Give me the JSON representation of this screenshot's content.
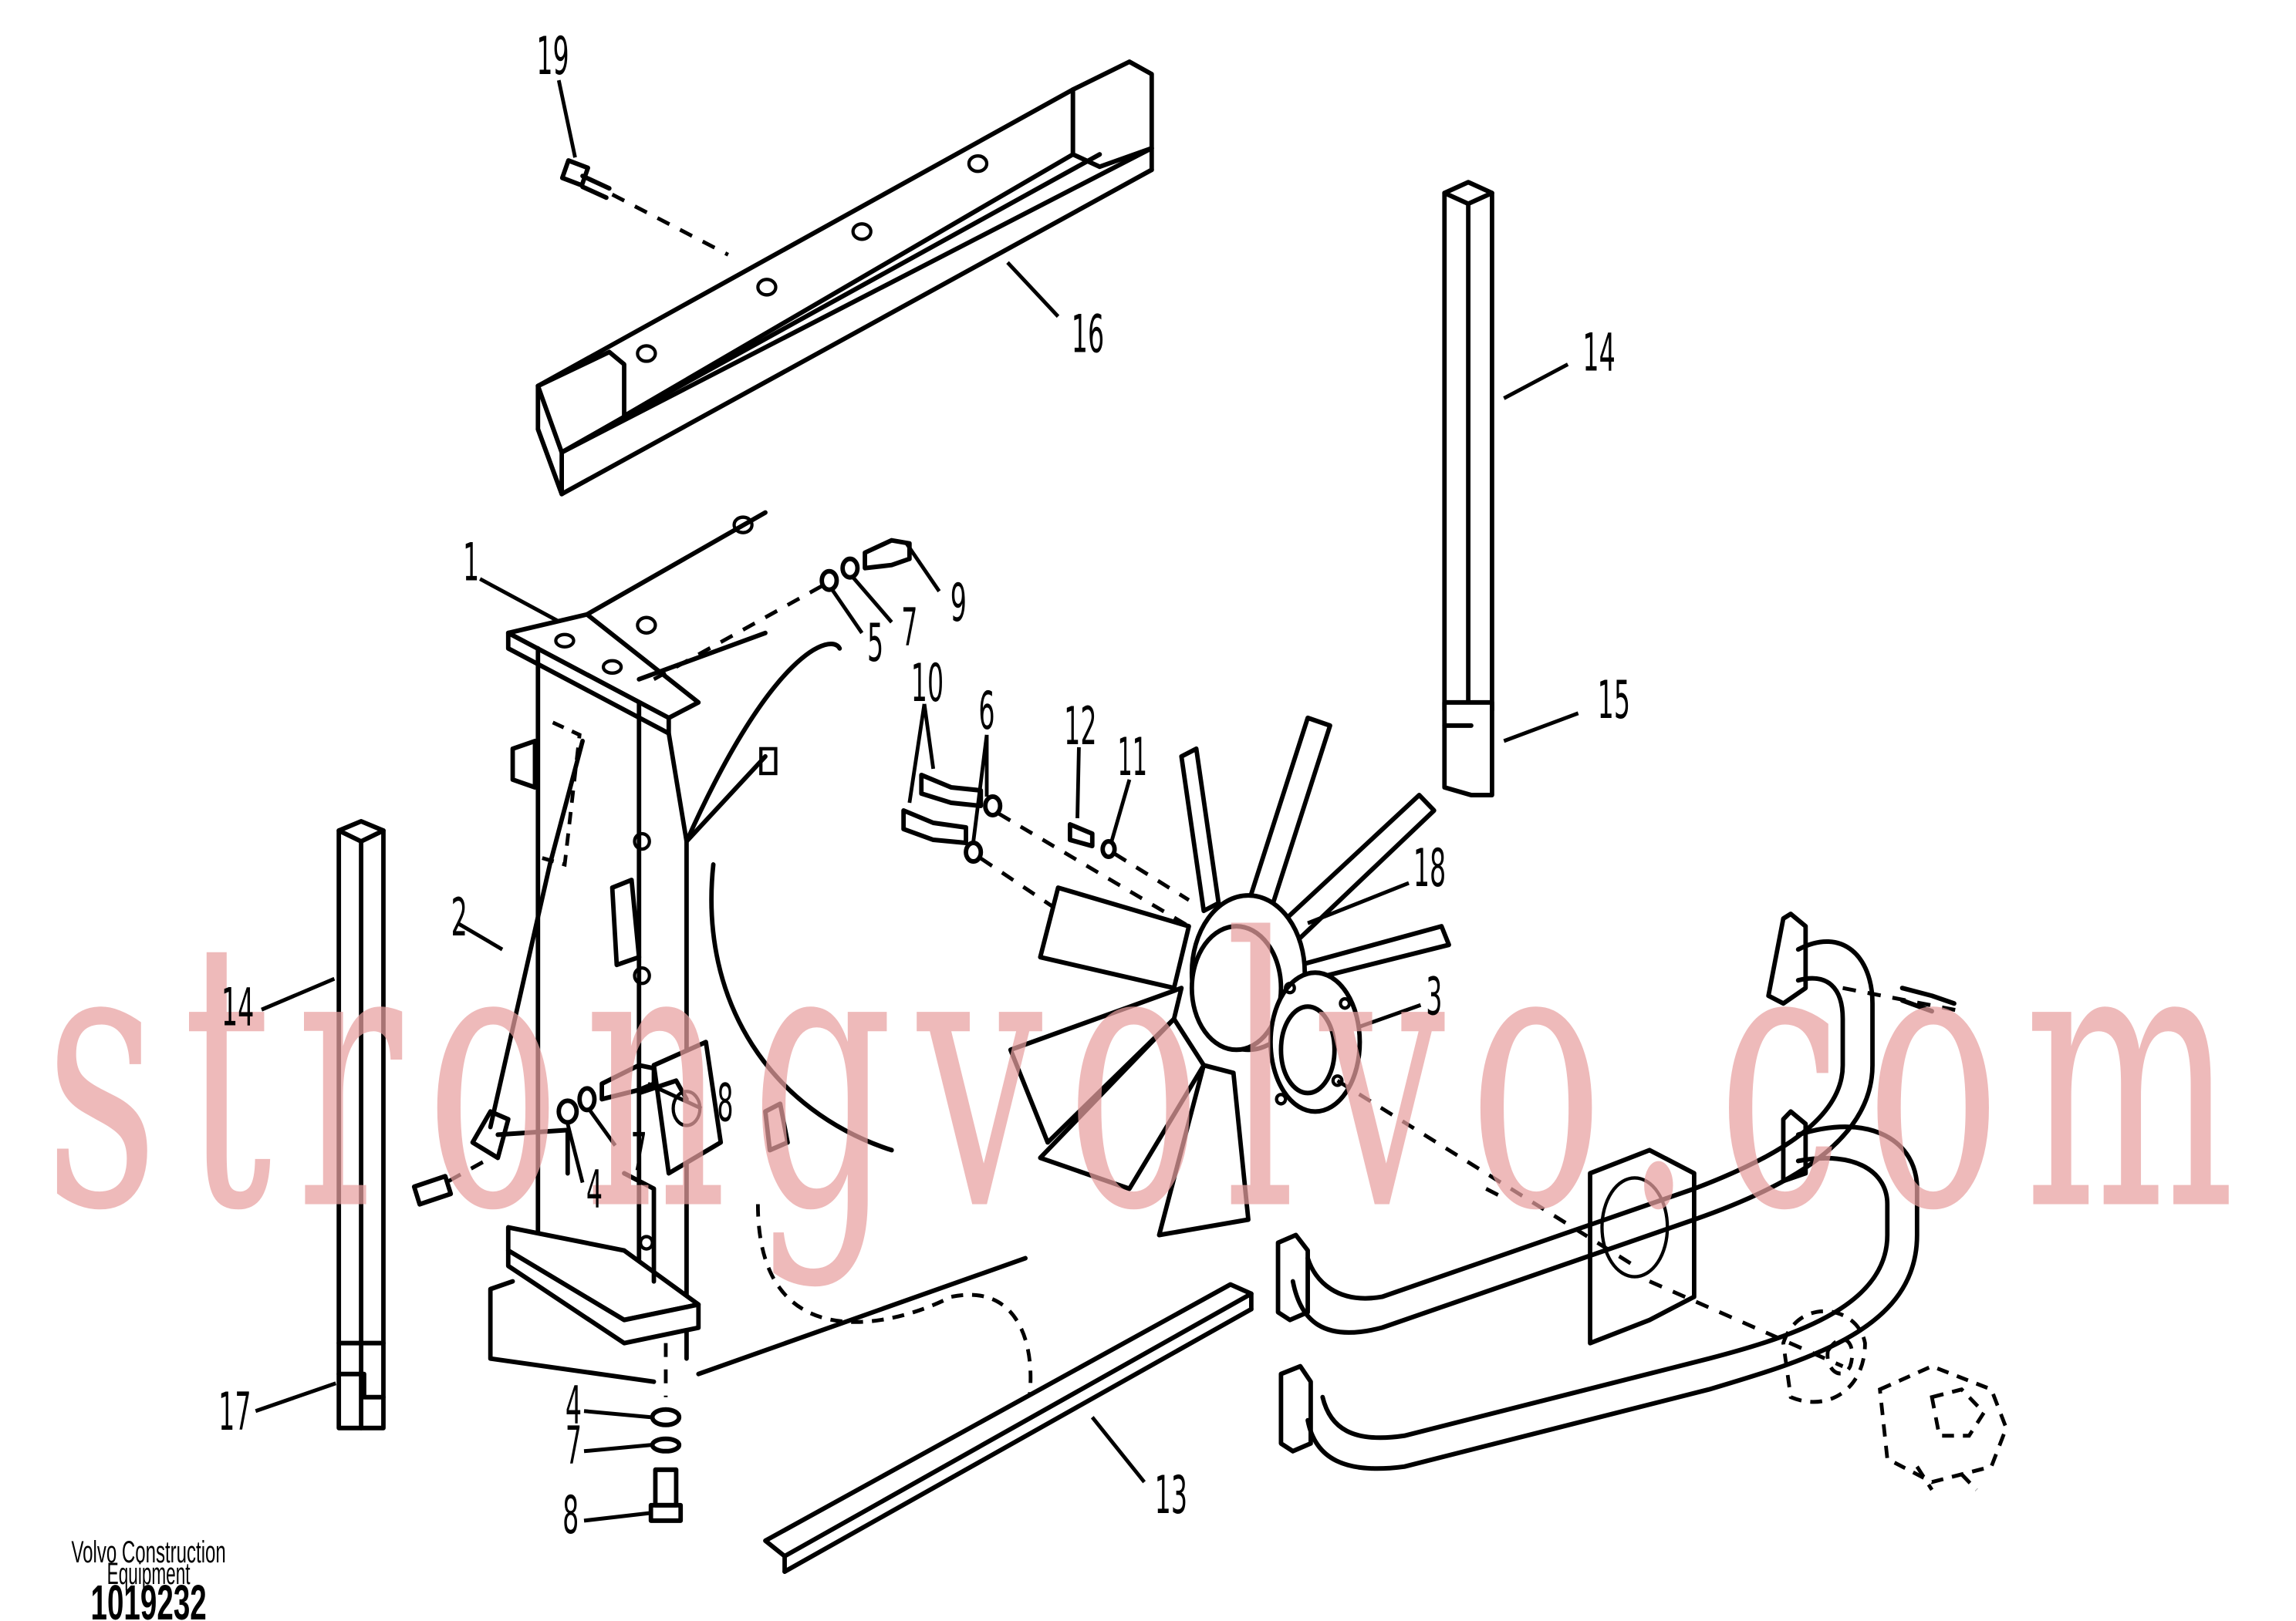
{
  "diagram": {
    "callouts": [
      {
        "id": "c19",
        "text": "19"
      },
      {
        "id": "c16",
        "text": "16"
      },
      {
        "id": "c14a",
        "text": "14"
      },
      {
        "id": "c15",
        "text": "15"
      },
      {
        "id": "c1",
        "text": "1"
      },
      {
        "id": "c9",
        "text": "9"
      },
      {
        "id": "c5a",
        "text": "5"
      },
      {
        "id": "c7a",
        "text": "7"
      },
      {
        "id": "c10",
        "text": "10"
      },
      {
        "id": "c6",
        "text": "6"
      },
      {
        "id": "c12",
        "text": "12"
      },
      {
        "id": "c11",
        "text": "11"
      },
      {
        "id": "c18",
        "text": "18"
      },
      {
        "id": "c3",
        "text": "3"
      },
      {
        "id": "c2",
        "text": "2"
      },
      {
        "id": "c14b",
        "text": "14"
      },
      {
        "id": "c8a",
        "text": "8"
      },
      {
        "id": "c7b",
        "text": "7"
      },
      {
        "id": "c4a",
        "text": "4"
      },
      {
        "id": "c17",
        "text": "17"
      },
      {
        "id": "c4b",
        "text": "4"
      },
      {
        "id": "c7c",
        "text": "7"
      },
      {
        "id": "c8b",
        "text": "8"
      },
      {
        "id": "c13",
        "text": "13"
      }
    ]
  },
  "footer": {
    "company_line1": "Volvo Construction",
    "company_line2": "Equipment",
    "drawing_number": "1019232"
  },
  "watermark": {
    "text": "strongvolvo.com",
    "color": "#e8a0a0"
  }
}
